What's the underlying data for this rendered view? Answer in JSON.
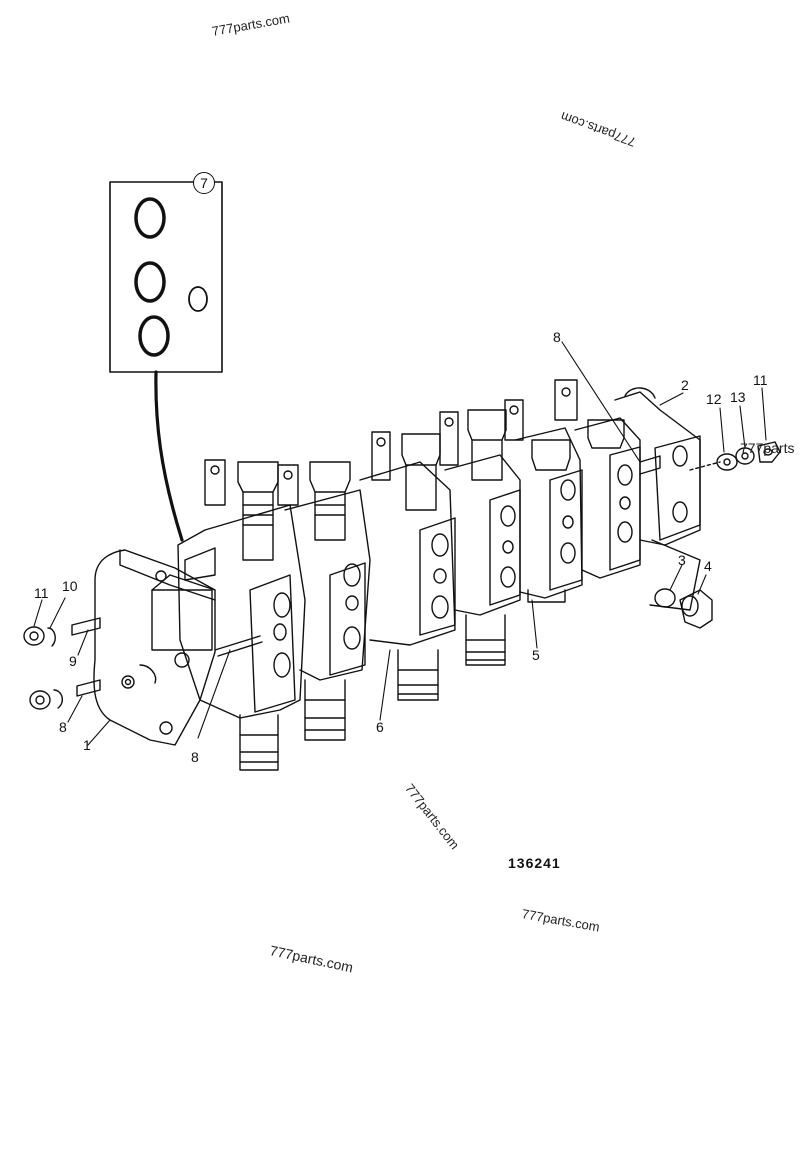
{
  "diagram": {
    "figure_number": "136241",
    "kit_callout": "7",
    "callouts": {
      "c1": "1",
      "c2": "2",
      "c3": "3",
      "c4": "4",
      "c5": "5",
      "c6": "6",
      "c8a": "8",
      "c8b": "8",
      "c8c": "8",
      "c9": "9",
      "c10": "10",
      "c11a": "11",
      "c11b": "11",
      "c12": "12",
      "c13": "13"
    }
  },
  "watermarks": {
    "w1": "777parts.com",
    "w2": "777parts.com",
    "w3": "777parts",
    "w4": "777parts.com",
    "w5": "777parts.com",
    "w6": "777parts.com"
  },
  "colors": {
    "ink": "#111111",
    "paper": "#ffffff"
  }
}
